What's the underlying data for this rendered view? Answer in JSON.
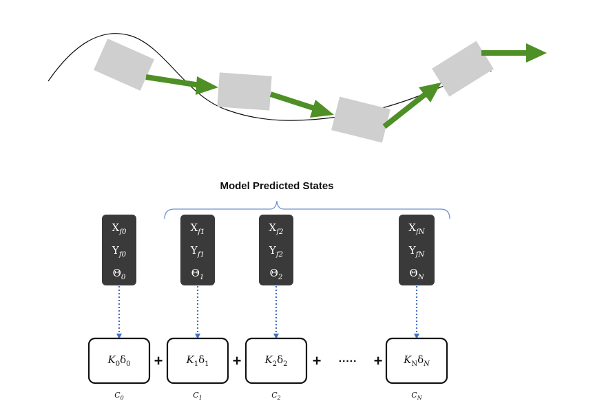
{
  "colors": {
    "arrow": "#4e8f26",
    "vehicle": "#cfcfcf",
    "state_box": "#3a3a3a",
    "state_text": "#ffffff",
    "connector": "#3f6fc4",
    "bracket": "#6f8fcf",
    "cost_box_border": "#111111",
    "path": "#111111"
  },
  "header": {
    "title": "Model Predicted States"
  },
  "states": [
    {
      "x": {
        "base": "X",
        "sub": "f0"
      },
      "y": {
        "base": "Y",
        "sub": "f0"
      },
      "theta": {
        "base": "Θ",
        "sub": "0"
      }
    },
    {
      "x": {
        "base": "X",
        "sub": "f1"
      },
      "y": {
        "base": "Y",
        "sub": "f1"
      },
      "theta": {
        "base": "Θ",
        "sub": "1"
      }
    },
    {
      "x": {
        "base": "X",
        "sub": "f2"
      },
      "y": {
        "base": "Y",
        "sub": "f2"
      },
      "theta": {
        "base": "Θ",
        "sub": "2"
      }
    },
    {
      "x": {
        "base": "X",
        "sub": "fN"
      },
      "y": {
        "base": "Y",
        "sub": "fN"
      },
      "theta": {
        "base": "Θ",
        "sub": "N"
      }
    }
  ],
  "costs": [
    {
      "k": "K",
      "k_sub": "0",
      "d": "δ",
      "d_sub": "0",
      "label": "C",
      "label_sub": "0"
    },
    {
      "k": "K",
      "k_sub": "1",
      "d": "δ",
      "d_sub": "1",
      "label": "C",
      "label_sub": "1"
    },
    {
      "k": "K",
      "k_sub": "2",
      "d": "δ",
      "d_sub": "2",
      "label": "C",
      "label_sub": "2"
    },
    {
      "k": "K",
      "k_sub": "N",
      "d": "δ",
      "d_sub": "N",
      "label": "C",
      "label_sub": "N"
    }
  ],
  "operators": {
    "plus": "+",
    "ellipsis": "·····"
  }
}
